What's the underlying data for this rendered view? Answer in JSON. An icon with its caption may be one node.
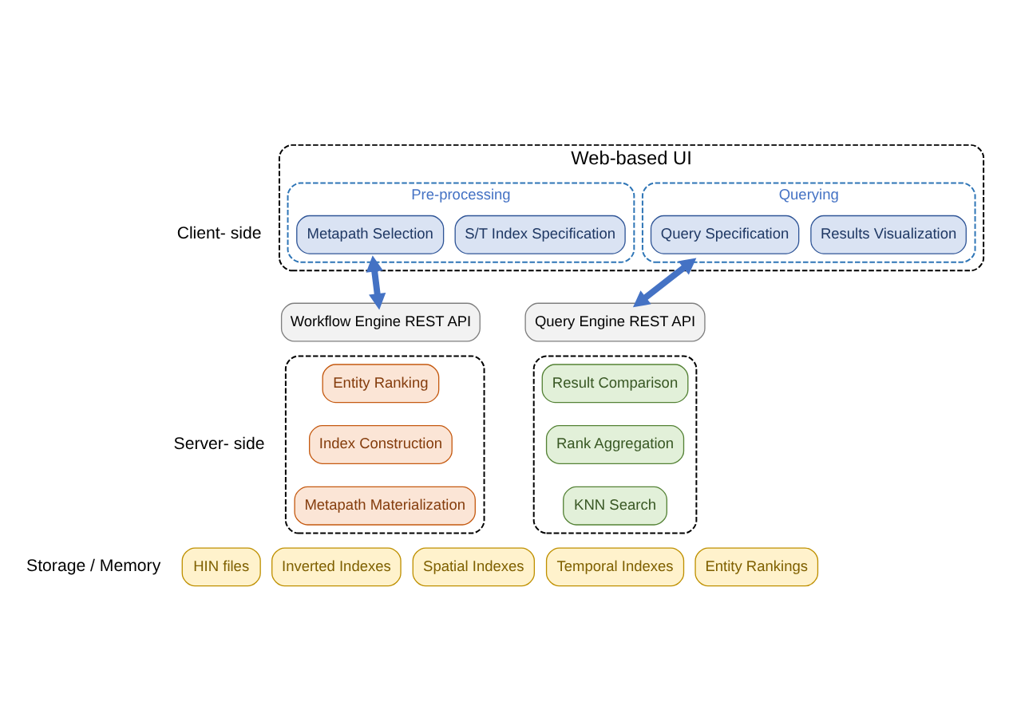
{
  "diagram": {
    "nodes": [
      {
        "text": [
          "Web-based UI"
        ]
      },
      {
        "text": [
          "Pre-processing"
        ],
        "in": 0
      },
      {
        "text": [
          "Metapath Selection"
        ],
        "in": 1
      },
      {
        "text": [
          "S/T Index Specification"
        ],
        "in": 1
      },
      {
        "text": [
          "Querying"
        ],
        "in": 0
      },
      {
        "text": [
          "Query Specification"
        ],
        "in": 4
      },
      {
        "text": [
          "Results Visualization"
        ],
        "in": 4
      },
      {
        "text": [
          "Workflow Engine REST API"
        ]
      },
      {
        "text": [
          "Query Engine REST API"
        ]
      },
      {
        "text": [],
        "shape": "box"
      },
      {
        "text": [
          "Entity Ranking"
        ],
        "in": 9
      },
      {
        "text": [
          "Index Construction"
        ],
        "in": 9
      },
      {
        "text": [
          "Metapath Materialization"
        ],
        "in": 9
      },
      {
        "text": [],
        "shape": "box"
      },
      {
        "text": [
          "Result Comparison"
        ],
        "in": 13
      },
      {
        "text": [
          "Rank Aggregation"
        ],
        "in": 13
      },
      {
        "text": [
          "KNN Search"
        ],
        "in": 13
      },
      {
        "text": [
          "HIN files"
        ]
      },
      {
        "text": [
          "Inverted Indexes"
        ]
      },
      {
        "text": [
          "Spatial Indexes"
        ]
      },
      {
        "text": [
          "Temporal Indexes"
        ]
      },
      {
        "text": [
          "Entity Rankings"
        ]
      }
    ],
    "edges": [
      {
        "from": 1,
        "to": 7,
        "arrow": "both"
      },
      {
        "from": 4,
        "to": 8,
        "arrow": "both"
      }
    ],
    "labels": [
      "Client- side",
      "Server- side",
      "Storage / Memory"
    ]
  }
}
